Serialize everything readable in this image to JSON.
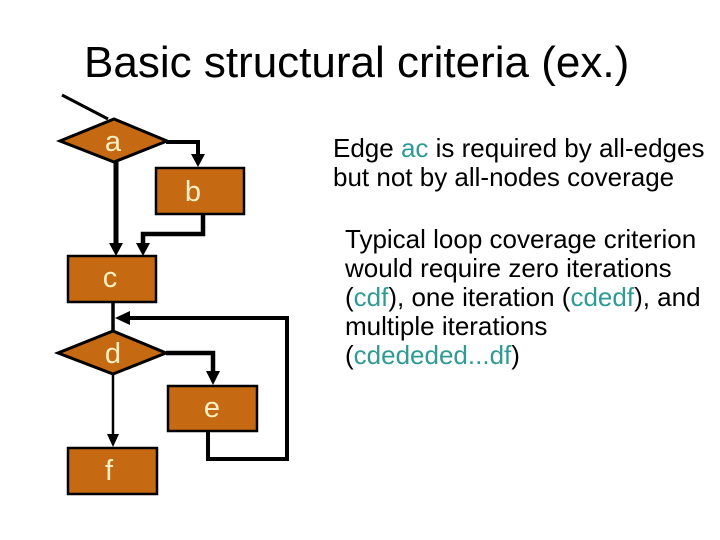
{
  "slide": {
    "title": "Basic structural criteria (ex.)"
  },
  "colors": {
    "background": "#FFFFFF",
    "title_text": "#000000",
    "body_text": "#000000",
    "highlight_text": "#2F9B94",
    "node_fill": "#C56A12",
    "node_border": "#000000",
    "node_label": "#F5F0C4",
    "edge": "#000000"
  },
  "flowchart": {
    "nodes": [
      {
        "id": "a",
        "shape": "diamond",
        "label": "a"
      },
      {
        "id": "b",
        "shape": "rectangle",
        "label": "b"
      },
      {
        "id": "c",
        "shape": "rectangle",
        "label": "c"
      },
      {
        "id": "d",
        "shape": "diamond",
        "label": "d"
      },
      {
        "id": "e",
        "shape": "rectangle",
        "label": "e"
      },
      {
        "id": "f",
        "shape": "rectangle",
        "label": "f"
      }
    ],
    "edges": [
      {
        "from": "a",
        "to": "b"
      },
      {
        "from": "a",
        "to": "c"
      },
      {
        "from": "b",
        "to": "c"
      },
      {
        "from": "c",
        "to": "d"
      },
      {
        "from": "d",
        "to": "e"
      },
      {
        "from": "d",
        "to": "f"
      },
      {
        "from": "e",
        "to": "d",
        "kind": "loop-back"
      }
    ]
  },
  "panel": {
    "para1": {
      "lines": [
        [
          {
            "text": "Edge "
          },
          {
            "text": "ac",
            "highlight": true
          },
          {
            "text": " is required by all-edges"
          }
        ],
        [
          {
            "text": "but not by all-nodes coverage"
          }
        ]
      ]
    },
    "para2": {
      "lines": [
        [
          {
            "text": "Typical loop coverage criterion"
          }
        ],
        [
          {
            "text": "would require zero iterations"
          }
        ],
        [
          {
            "text": "("
          },
          {
            "text": "cdf",
            "highlight": true
          },
          {
            "text": "), one iteration ("
          },
          {
            "text": "cdedf",
            "highlight": true
          },
          {
            "text": "), and"
          }
        ],
        [
          {
            "text": "multiple iterations"
          }
        ],
        [
          {
            "text": "("
          },
          {
            "text": "cdededed...df",
            "highlight": true
          },
          {
            "text": ")"
          }
        ]
      ]
    }
  }
}
